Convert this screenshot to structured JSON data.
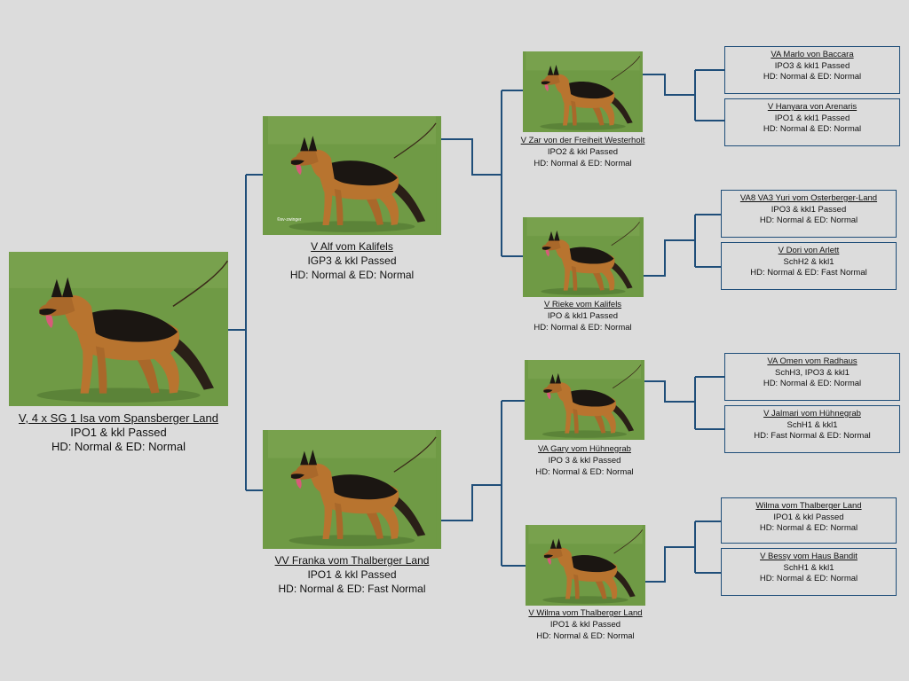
{
  "icons": {
    "dog": "german-shepherd-photo"
  },
  "colors": {
    "line": "#1f4e79",
    "background": "#dcdcdc",
    "grass": "#6f9a45"
  },
  "subject": {
    "name": "V, 4 x SG 1 Isa vom Spansberger Land",
    "line1": "IPO1 & kkl Passed",
    "line2": "HD: Normal & ED: Normal"
  },
  "sire": {
    "name": "V Alf vom Kalifels",
    "line1": "IGP3 & kkl Passed",
    "line2": "HD: Normal & ED: Normal",
    "watermark": "©sv-zwinger"
  },
  "dam": {
    "name": "VV Franka vom Thalberger Land",
    "line1": "IPO1 & kkl Passed",
    "line2": "HD: Normal & ED: Fast Normal"
  },
  "grandparents": [
    {
      "name": "V Zar von der Freiheit Westerholt",
      "line1": "IPO2 & kkl Passed",
      "line2": "HD: Normal & ED: Normal"
    },
    {
      "name": "V Rieke vom Kalifels",
      "line1": "IPO & kkl1 Passed",
      "line2": "HD: Normal & ED: Normal"
    },
    {
      "name": "VA Gary vom Hühnegrab",
      "line1": "IPO 3 & kkl Passed",
      "line2": "HD: Normal & ED: Normal"
    },
    {
      "name": "V  Wilma vom Thalberger Land",
      "line1": "IPO1 & kkl Passed",
      "line2": "HD: Normal & ED: Normal"
    }
  ],
  "great_grandparents": [
    {
      "name": "VA Marlo von Baccara",
      "line1": "IPO3 & kkl1 Passed",
      "line2": "HD: Normal & ED: Normal"
    },
    {
      "name": "V Hanyara von Arenaris",
      "line1": "IPO1 & kkl1 Passed",
      "line2": "HD: Normal & ED: Normal"
    },
    {
      "name": "VA8 VA3 Yuri vom Osterberger-Land",
      "line1": "IPO3 & kkl1 Passed",
      "line2": "HD: Normal & ED: Normal"
    },
    {
      "name": "V Dori von Arlett",
      "line1": "SchH2 & kkl1",
      "line2": "HD: Normal & ED: Fast Normal"
    },
    {
      "name": "VA Omen vom Radhaus",
      "line1": "SchH3, IPO3 & kkl1",
      "line2": "HD: Normal & ED: Normal"
    },
    {
      "name": "V Jalmari vom Hühnegrab",
      "line1": "SchH1 & kkl1",
      "line2": "HD: Fast Normal & ED: Normal"
    },
    {
      "name": "Wilma vom Thalberger Land",
      "line1": "IPO1 & kkl Passed",
      "line2": "HD: Normal & ED: Normal"
    },
    {
      "name": "V Bessy vom Haus Bandit",
      "line1": "SchH1 & kkl1",
      "line2": "HD: Normal & ED: Normal"
    }
  ]
}
